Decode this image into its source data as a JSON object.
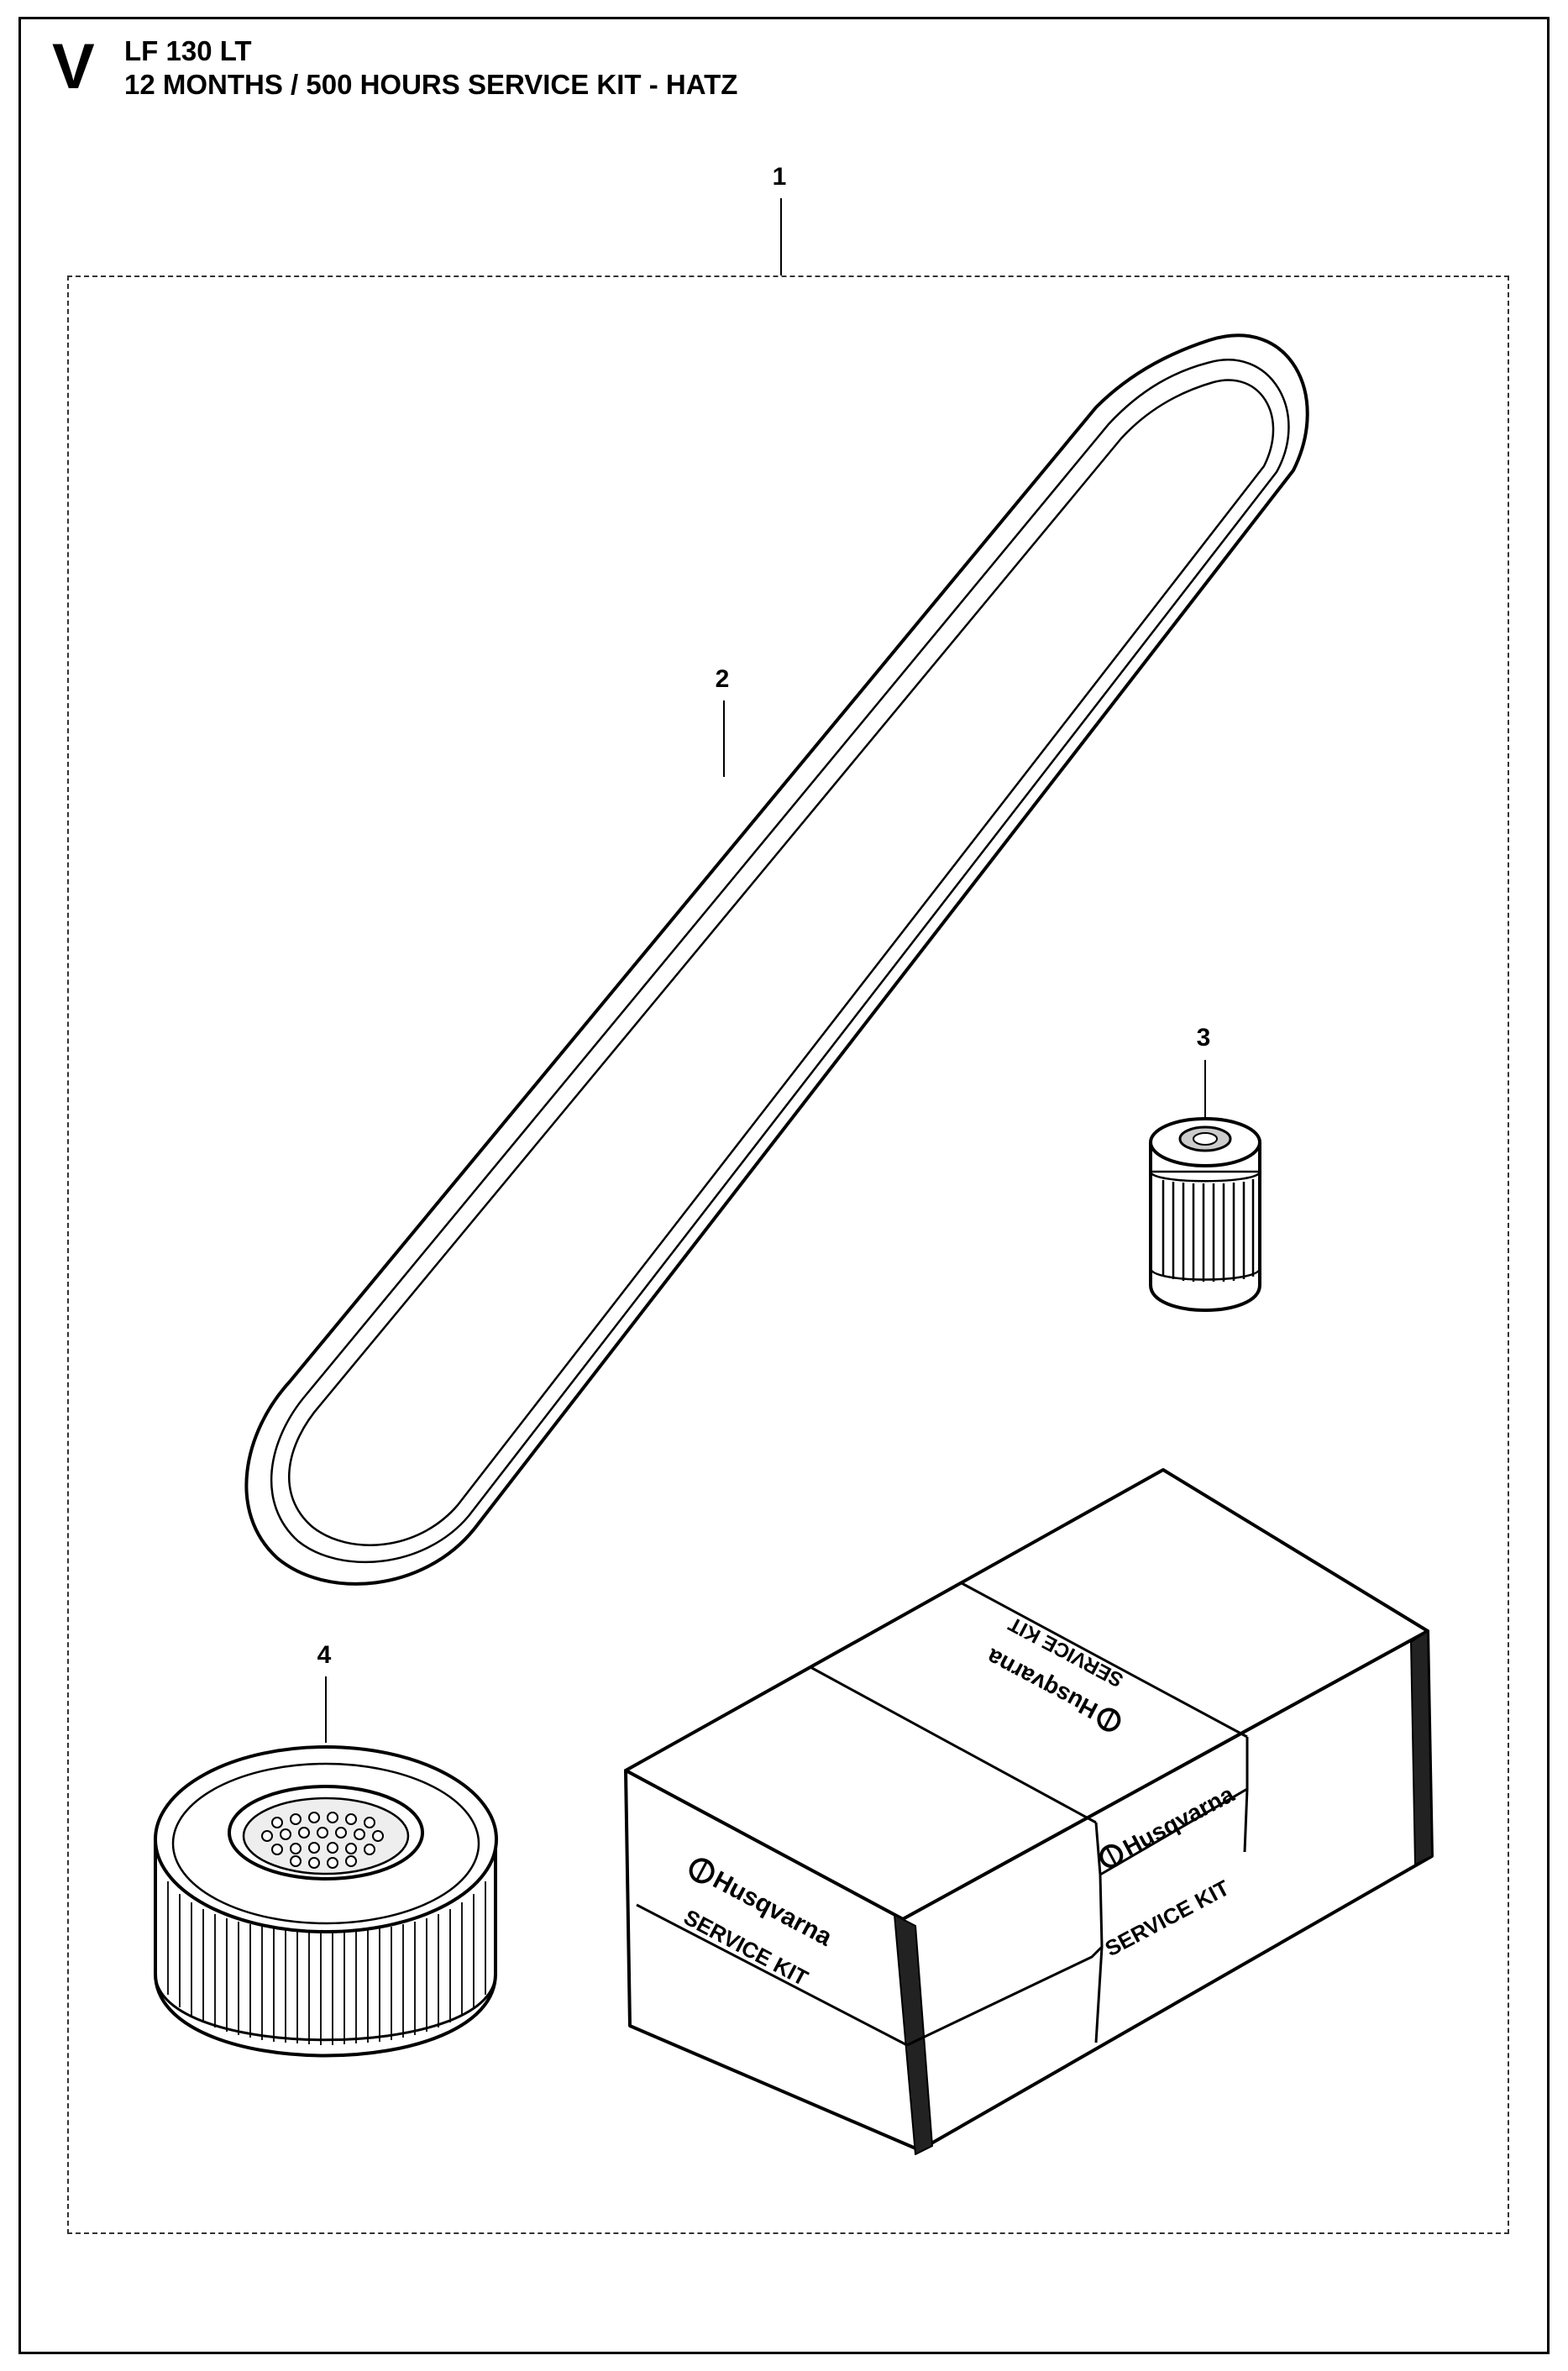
{
  "header": {
    "section": "V",
    "model": "LF 130 LT",
    "title": "12 MONTHS / 500 HOURS SERVICE KIT - HATZ"
  },
  "callouts": {
    "kit": "1",
    "belt": "2",
    "fuel_filter": "3",
    "air_filter": "4"
  },
  "box_labels": {
    "brand": "Husqvarna",
    "service_kit": "SERVICE KIT"
  }
}
